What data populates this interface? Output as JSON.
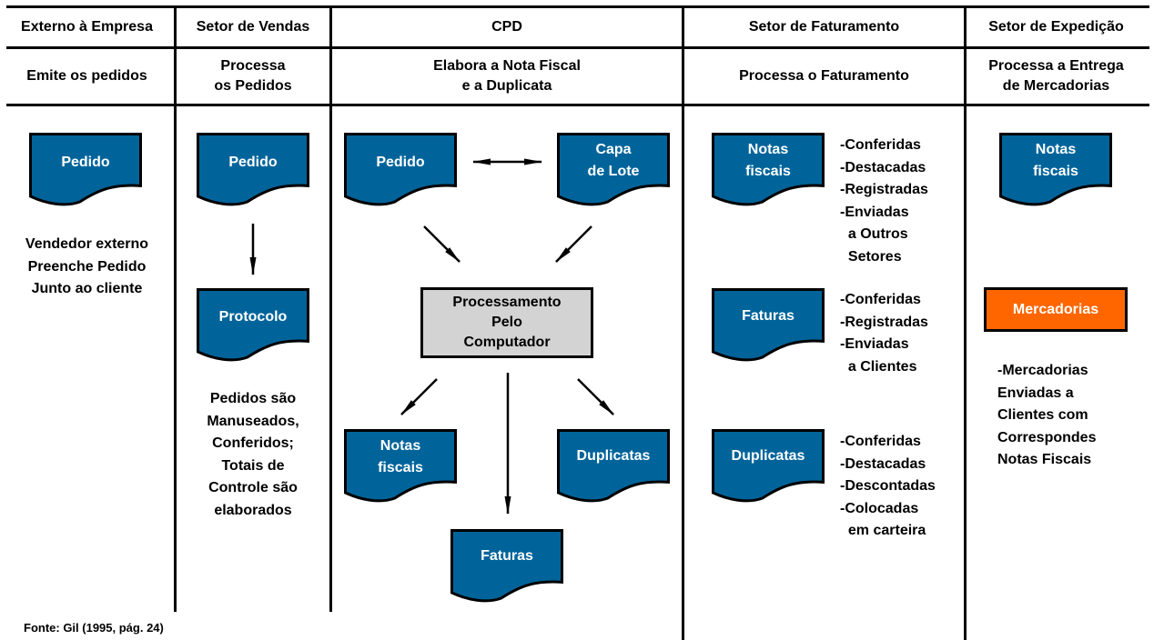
{
  "colors": {
    "document_fill": "#00649a",
    "document_text": "#ffffff",
    "process_fill": "#d3d3d3",
    "mercadorias_fill": "#ff6600",
    "line": "#000000"
  },
  "columns": [
    {
      "title": "Externo à Empresa",
      "subtitle": "Emite os pedidos"
    },
    {
      "title": "Setor de Vendas",
      "subtitle": "Processa\nos Pedidos"
    },
    {
      "title": "CPD",
      "subtitle": "Elabora a Nota Fiscal\ne a Duplicata"
    },
    {
      "title": "Setor de Faturamento",
      "subtitle": "Processa o Faturamento"
    },
    {
      "title": "Setor de Expedição",
      "subtitle": "Processa a Entrega\nde Mercadorias"
    }
  ],
  "externo": {
    "doc_pedido": "Pedido",
    "note": "Vendedor externo\nPreenche Pedido\nJunto ao cliente"
  },
  "vendas": {
    "doc_pedido": "Pedido",
    "doc_protocolo": "Protocolo",
    "note": "Pedidos são\nManuseados,\nConferidos;\nTotais de\nControle são\nelaborados"
  },
  "cpd": {
    "doc_pedido": "Pedido",
    "doc_capa_lote": "Capa\nde Lote",
    "process": "Processamento\nPelo\nComputador",
    "doc_notas_fiscais": "Notas\nfiscais",
    "doc_duplicatas": "Duplicatas",
    "doc_faturas": "Faturas"
  },
  "faturamento": {
    "doc_notas_fiscais": "Notas\nfiscais",
    "notas_list": "-Conferidas\n-Destacadas\n-Registradas\n-Enviadas\n  a Outros\n  Setores",
    "doc_faturas": "Faturas",
    "faturas_list": "-Conferidas\n-Registradas\n-Enviadas\n  a Clientes",
    "doc_duplicatas": "Duplicatas",
    "duplicatas_list": "-Conferidas\n-Destacadas\n-Descontadas\n-Colocadas\n  em carteira"
  },
  "expedicao": {
    "doc_notas_fiscais": "Notas\nfiscais",
    "mercadorias": "Mercadorias",
    "note": "-Mercadorias\nEnviadas a\nClientes com\nCorrespondes\nNotas Fiscais"
  },
  "source": "Fonte: Gil (1995, pág. 24)"
}
